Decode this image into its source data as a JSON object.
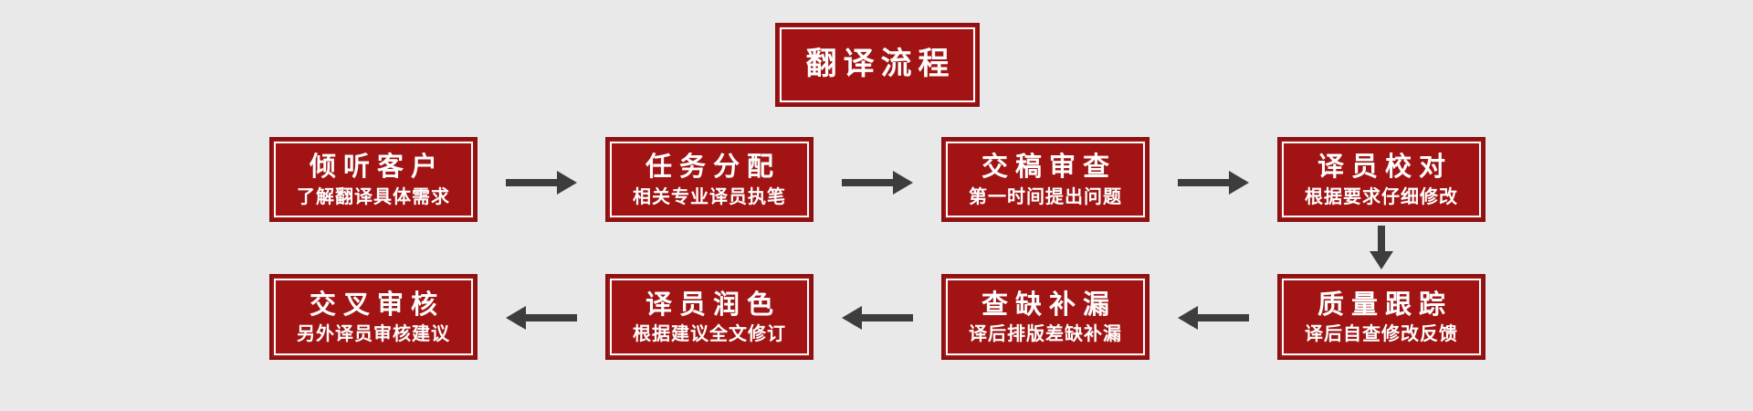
{
  "title": {
    "label": "翻译流程"
  },
  "colors": {
    "background": "#e9e9e9",
    "box_fill": "#a21414",
    "box_border": "#8c1010",
    "inner_outline": "#ffffff",
    "arrow": "#3d3d3d",
    "text": "#ffffff"
  },
  "steps": {
    "row1": [
      {
        "title": "倾听客户",
        "subtitle": "了解翻译具体需求"
      },
      {
        "title": "任务分配",
        "subtitle": "相关专业译员执笔"
      },
      {
        "title": "交稿审查",
        "subtitle": "第一时间提出问题"
      },
      {
        "title": "译员校对",
        "subtitle": "根据要求仔细修改"
      }
    ],
    "row2": [
      {
        "title": "交叉审核",
        "subtitle": "另外译员审核建议"
      },
      {
        "title": "译员润色",
        "subtitle": "根据建议全文修订"
      },
      {
        "title": "查缺补漏",
        "subtitle": "译后排版差缺补漏"
      },
      {
        "title": "质量跟踪",
        "subtitle": "译后自查修改反馈"
      }
    ]
  }
}
